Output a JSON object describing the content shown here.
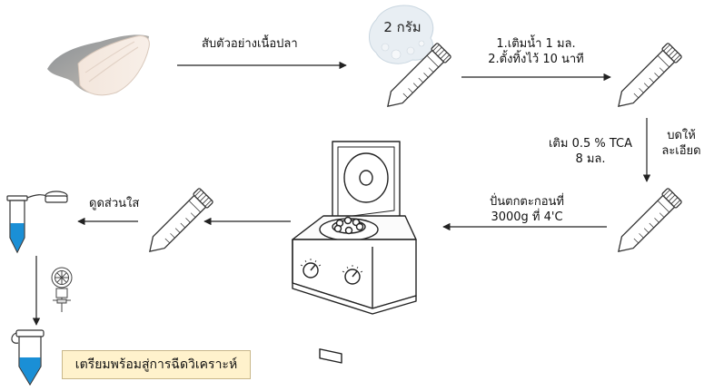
{
  "steps": {
    "chop": "สับตัวอย่างเนื้อปลา",
    "sample_amount": "2 กรัม",
    "add_water_line1": "1.เติมน้ำ 1 มล.",
    "add_water_line2": "2.ตั้งทิ้งไว้ 10 นาที",
    "add_tca_line1": "เติม 0.5 % TCA",
    "add_tca_line2": "8 มล.",
    "grind_line1": "บดให้",
    "grind_line2": "ละเอียด",
    "centrifuge_line1": "ปั่นตกตะกอนที่",
    "centrifuge_line2": "3000g ที่ 4'C",
    "supernatant": "ดูดส่วนใส",
    "final": "เตรียมพร้อมสู่การฉีดวิเคราะห์"
  },
  "colors": {
    "final_box_fill": "#fff2cc",
    "liquid_blue": "#1a8fd6",
    "arrow": "#222222"
  },
  "icons": [
    "fish-fillet-icon",
    "minced-sample-icon",
    "centrifuge-tube-icon",
    "centrifuge-machine-icon",
    "microcentrifuge-tube-icon",
    "syringe-filter-icon"
  ]
}
